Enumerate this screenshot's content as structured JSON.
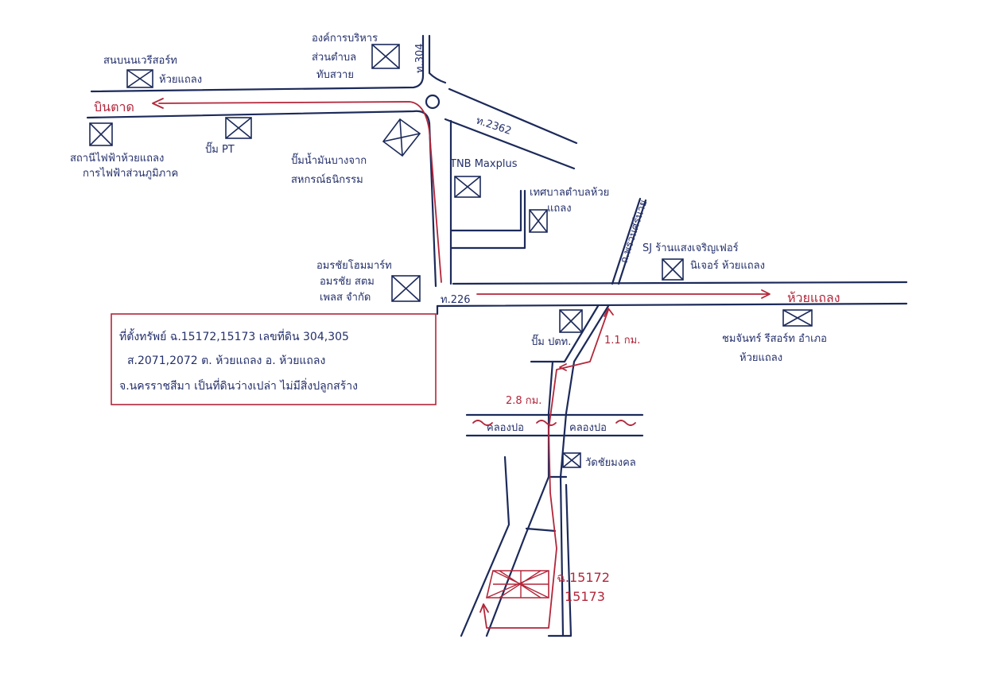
{
  "places": {
    "bin_tad": "บินตาด",
    "resort_top": "สนบนนเวรีสอร์ท",
    "resort_top_sub": "ห้วยแถลง",
    "sao_top": "องค์การบริหาร",
    "sao_top_sub1": "ส่วนตำบล",
    "sao_top_sub2": "ทับสวาย",
    "road_304": "ท.304",
    "road_2362": "ท.2362",
    "power_office_1": "สถานีไฟฟ้าห้วยแถลง",
    "power_office_2": "การไฟฟ้าส่วนภูมิภาค",
    "pt_station": "ปั๊ม PT",
    "gas_station_1": "ปั๊มน้ำมันบางจาก",
    "gas_station_2": "สหกรณ์ธนิกรรม",
    "tnb": "TNB Maxplus",
    "municipality_1": "เทศบาลตำบลห้วย",
    "municipality_2": "แถลง",
    "road_side": "ถ.พรวนศรีนาย",
    "sj_shop_1": "SJ ร้านแสงเจริญเฟอร์",
    "sj_shop_2": "นิเจอร์ ห้วยแถลง",
    "hotel_1": "อมรชัยโฮมมาร์ท",
    "hotel_2": "อมรชัย สตม",
    "hotel_3": "เพลส จำกัด",
    "road_226": "ท.226",
    "huai_thalaeng": "ห้วยแถลง",
    "ptt_station": "ปั๊ม ปตท.",
    "dist_1": "1.1 กม.",
    "resort_right_1": "ชมจันทร์ รีสอร์ท อำเภอ",
    "resort_right_2": "ห้วยแถลง",
    "dist_2": "2.8 กม.",
    "canal_1": "คลองปอ",
    "canal_2": "คลองปอ",
    "temple": "วัดชัยมงคล",
    "plot_1": "ฉ.15172",
    "plot_2": "15173"
  },
  "legend": {
    "line1": "ที่ตั้งทรัพย์ ฉ.15172,15173 เลขที่ดิน 304,305",
    "line2": "ส.2071,2072 ต. ห้วยแถลง  อ. ห้วยแถลง",
    "line3": "จ.นครราชสีมา เป็นที่ดินว่างเปล่า ไม่มีสิ่งปลูกสร้าง"
  },
  "colors": {
    "road": "#1c2a5a",
    "route": "#b3263a",
    "text": "#24306b",
    "highlight": "#b3263a"
  }
}
